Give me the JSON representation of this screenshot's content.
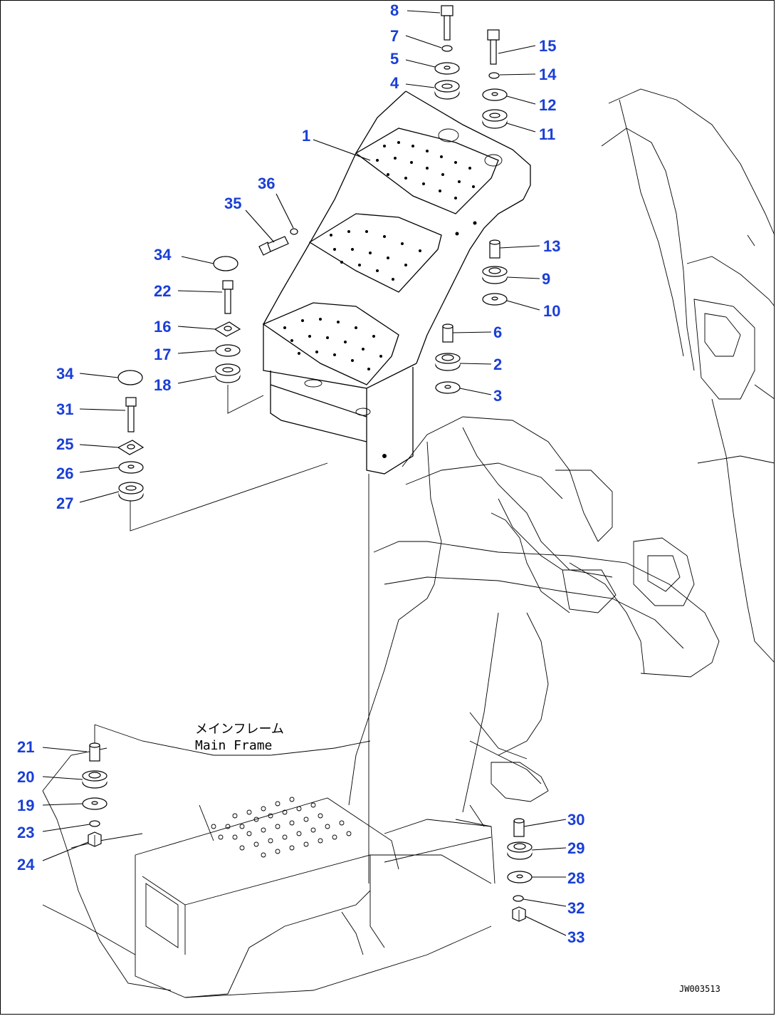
{
  "diagram": {
    "frame_label_jp": "メインフレーム",
    "frame_label_en": "Main Frame",
    "drawing_code": "JW003513",
    "callouts": [
      "1",
      "2",
      "3",
      "4",
      "5",
      "6",
      "7",
      "8",
      "9",
      "10",
      "11",
      "12",
      "13",
      "14",
      "15",
      "16",
      "17",
      "18",
      "19",
      "20",
      "21",
      "22",
      "23",
      "24",
      "25",
      "26",
      "27",
      "28",
      "29",
      "30",
      "31",
      "32",
      "33",
      "34",
      "35",
      "36"
    ],
    "colors": {
      "callout": "#1a3fd6",
      "lines": "#000000",
      "background": "#ffffff"
    }
  }
}
